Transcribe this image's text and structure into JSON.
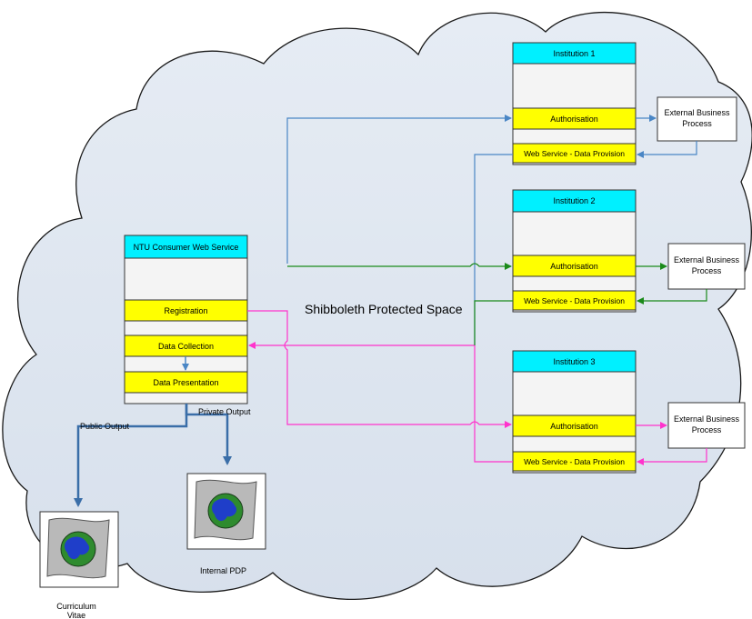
{
  "space_label": "Shibboleth Protected Space",
  "consumer": {
    "title": "NTU Consumer Web Service",
    "registration": "Registration",
    "data_collection": "Data Collection",
    "data_presentation": "Data Presentation",
    "public_output": "Public Output",
    "private_output": "Private Output"
  },
  "institutions": [
    {
      "title": "Institution 1",
      "authorisation": "Authorisation",
      "web_service": "Web Service - Data Provision",
      "external_line1": "External Business",
      "external_line2": "Process"
    },
    {
      "title": "Institution 2",
      "authorisation": "Authorisation",
      "web_service": "Web Service - Data Provision",
      "external_line1": "External Business",
      "external_line2": "Process"
    },
    {
      "title": "Institution 3",
      "authorisation": "Authorisation",
      "web_service": "Web Service - Data Provision",
      "external_line1": "External Business",
      "external_line2": "Process"
    }
  ],
  "outputs": {
    "internal_pdp": "Internal PDP",
    "cv_line1": "Curriculum",
    "cv_line2": "Vitae"
  },
  "colors": {
    "cloud": "#dfe6f0",
    "cyan": "#00f0ff",
    "yellow": "#ffff00",
    "blue_line": "#4a86c5",
    "green_line": "#1a8a1a",
    "magenta_line": "#ff33cc",
    "output_line": "#3a6ea8"
  }
}
